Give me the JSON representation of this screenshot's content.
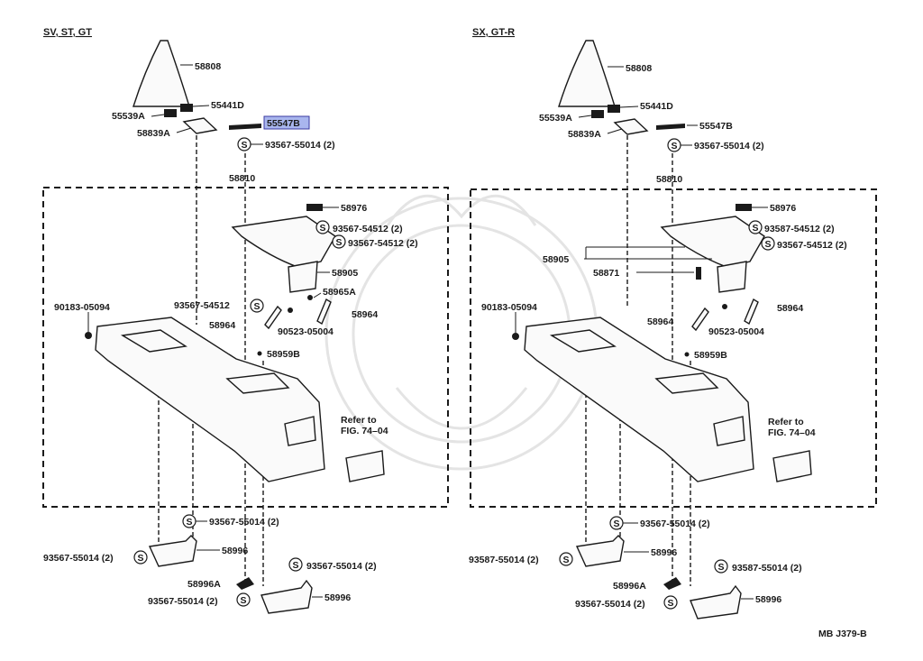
{
  "left_panel": {
    "title": "SV, ST, GT",
    "labels": {
      "boot": "58808",
      "retainer_a": "55539A",
      "retainer_d": "55441D",
      "plate": "58839A",
      "clip": "55547B",
      "screw_top": "93567-55014 (2)",
      "box": "58810",
      "hinge": "58976",
      "screw_a": "93567-54512 (2)",
      "screw_b": "93567-54512 (2)",
      "lid": "58905",
      "spring_a": "58965A",
      "screw_c": "93567-54512",
      "pin": "58964",
      "pin2": "58964",
      "washer": "90523-05004",
      "bolt": "90183-05094",
      "cushion": "58959B",
      "refer": "Refer to",
      "refer_fig": "FIG. 74–04",
      "screw_d": "93567-55014 (2)",
      "screw_e": "93567-55014 (2)",
      "bracket": "58996",
      "bracket_a": "58996A",
      "screw_f": "93567-55014 (2)",
      "screw_g": "93567-55014 (2)",
      "bracket2": "58996"
    }
  },
  "right_panel": {
    "title": "SX, GT-R",
    "labels": {
      "boot": "58808",
      "retainer_a": "55539A",
      "retainer_d": "55441D",
      "plate": "58839A",
      "clip": "55547B",
      "screw_top": "93567-55014 (2)",
      "box": "58810",
      "hinge": "58976",
      "screw_a": "93587-54512 (2)",
      "screw_b": "93567-54512 (2)",
      "lid": "58905",
      "lid_sub": "58871",
      "pin": "58964",
      "pin2": "58964",
      "washer": "90523-05004",
      "bolt": "90183-05094",
      "cushion": "58959B",
      "refer": "Refer to",
      "refer_fig": "FIG. 74–04",
      "screw_d": "93567-55014 (2)",
      "screw_e": "93587-55014 (2)",
      "bracket": "58996",
      "bracket_a": "58996A",
      "screw_f": "93587-55014 (2)",
      "screw_g": "93567-55014 (2)",
      "bracket2": "58996"
    }
  },
  "footer": {
    "code": "MB J379-B"
  },
  "symbols": {
    "screw_mark": "S"
  },
  "colors": {
    "highlight": "#a9b6ee",
    "ink": "#1a1a1a"
  }
}
